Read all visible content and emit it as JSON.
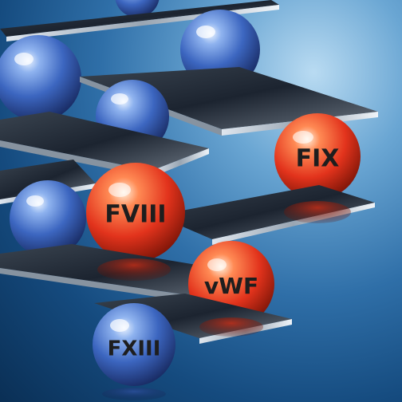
{
  "spheres": {
    "fix": "FIX",
    "fviii": "FVIII",
    "vwf": "vWF",
    "fxiii": "FXIII"
  },
  "colors": {
    "red_sphere": "#e2331c",
    "blue_sphere": "#3f6fc6",
    "background": "#1a4f86",
    "plate": "#1c2733"
  }
}
